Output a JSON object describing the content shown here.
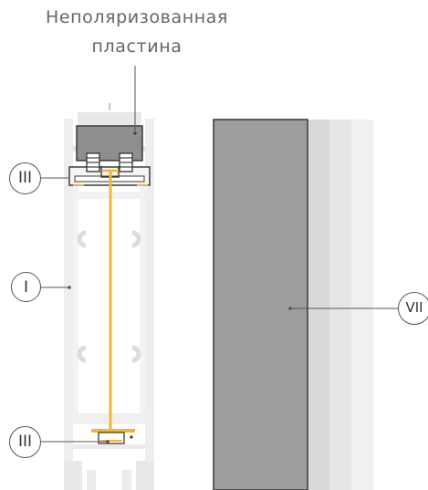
{
  "title": {
    "line1": "Неполяризованная",
    "line2": "пластина"
  },
  "labels": {
    "top_clamp": "III",
    "profile": "I",
    "bottom_clamp": "III",
    "panel": "VII"
  },
  "colors": {
    "profile_light": "#eeeeee",
    "profile_mid": "#dcdcdc",
    "clamp_dark": "#8e8e8e",
    "clamp_outline": "#3c3c3c",
    "film": "#f2b53a",
    "panel_main": "#9d9d9d",
    "panel_layer_1": "#d9d9d9",
    "panel_layer_2": "#e6e6e6",
    "panel_layer_3": "#f0f0f0",
    "leader": "#555555",
    "text": "#666666"
  }
}
